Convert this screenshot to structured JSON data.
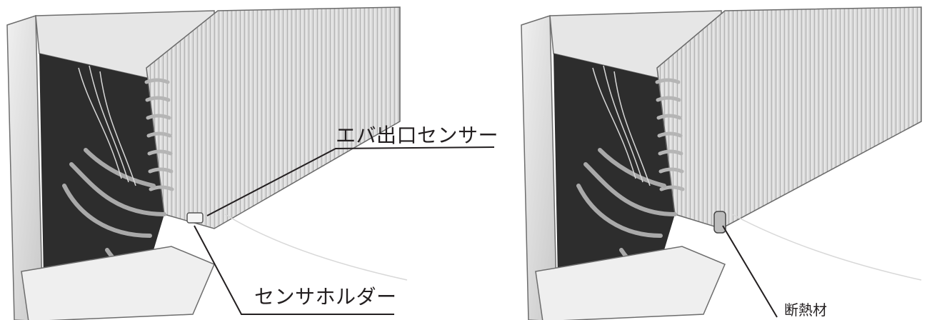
{
  "labels": {
    "evaporator_outlet_sensor": "エバ出口センサー",
    "sensor_holder": "センサホルダー",
    "insulation": "断熱材"
  },
  "colors": {
    "ink": "#231f20",
    "photo_light": "#e2e2e2",
    "photo_mid": "#9a9a9a",
    "photo_dark": "#2b2b2b",
    "background": "#ffffff"
  }
}
